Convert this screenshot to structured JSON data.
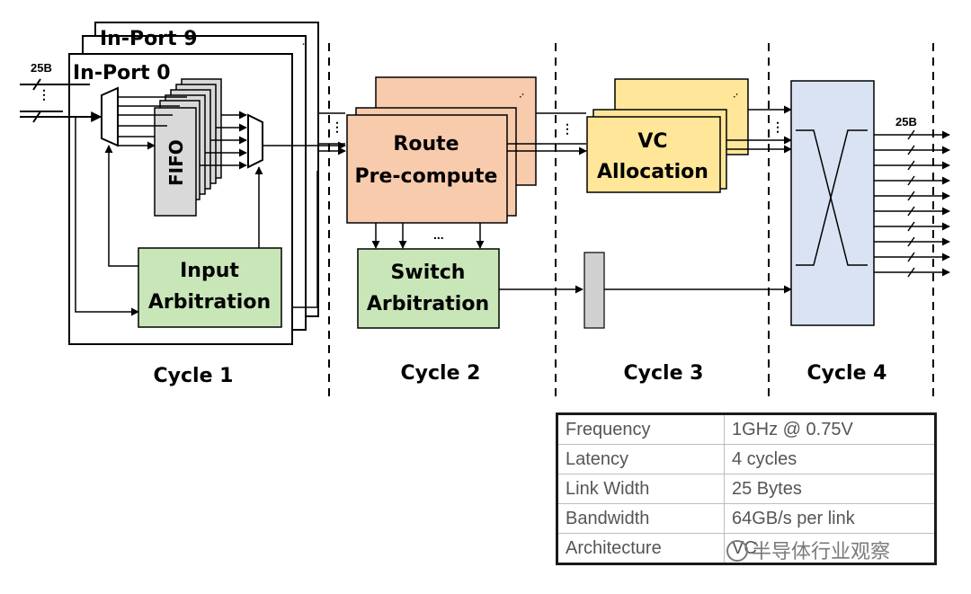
{
  "diagram": {
    "in_port_back_label": "In-Port 9",
    "in_port_front_label": "In-Port 0",
    "input_width_label": "25B",
    "output_width_label": "25B",
    "fifo_label": "FIFO",
    "input_arbitration_line1": "Input",
    "input_arbitration_line2": "Arbitration",
    "route_line1": "Route",
    "route_line2": "Pre-compute",
    "switch_arbitration_line1": "Switch",
    "switch_arbitration_line2": "Arbitration",
    "vc_line1": "VC",
    "vc_line2": "Allocation",
    "ellipsis": "...",
    "cycles": [
      "Cycle 1",
      "Cycle 2",
      "Cycle 3",
      "Cycle 4"
    ],
    "colors": {
      "route_fill": "#f8cbad",
      "vc_fill": "#ffe699",
      "arbitration_fill": "#c9e6b8",
      "crossbar_fill": "#dae3f3",
      "fifo_fill": "#d9d9d9",
      "register_fill": "#d0d0d0"
    }
  },
  "spec_table": {
    "rows": [
      {
        "key": "Frequency",
        "value": "1GHz @ 0.75V"
      },
      {
        "key": "Latency",
        "value": "4 cycles"
      },
      {
        "key": "Link Width",
        "value": "25 Bytes"
      },
      {
        "key": "Bandwidth",
        "value": "64GB/s per link"
      },
      {
        "key": "Architecture",
        "value": "VC"
      }
    ]
  },
  "watermark": "半导体行业观察"
}
